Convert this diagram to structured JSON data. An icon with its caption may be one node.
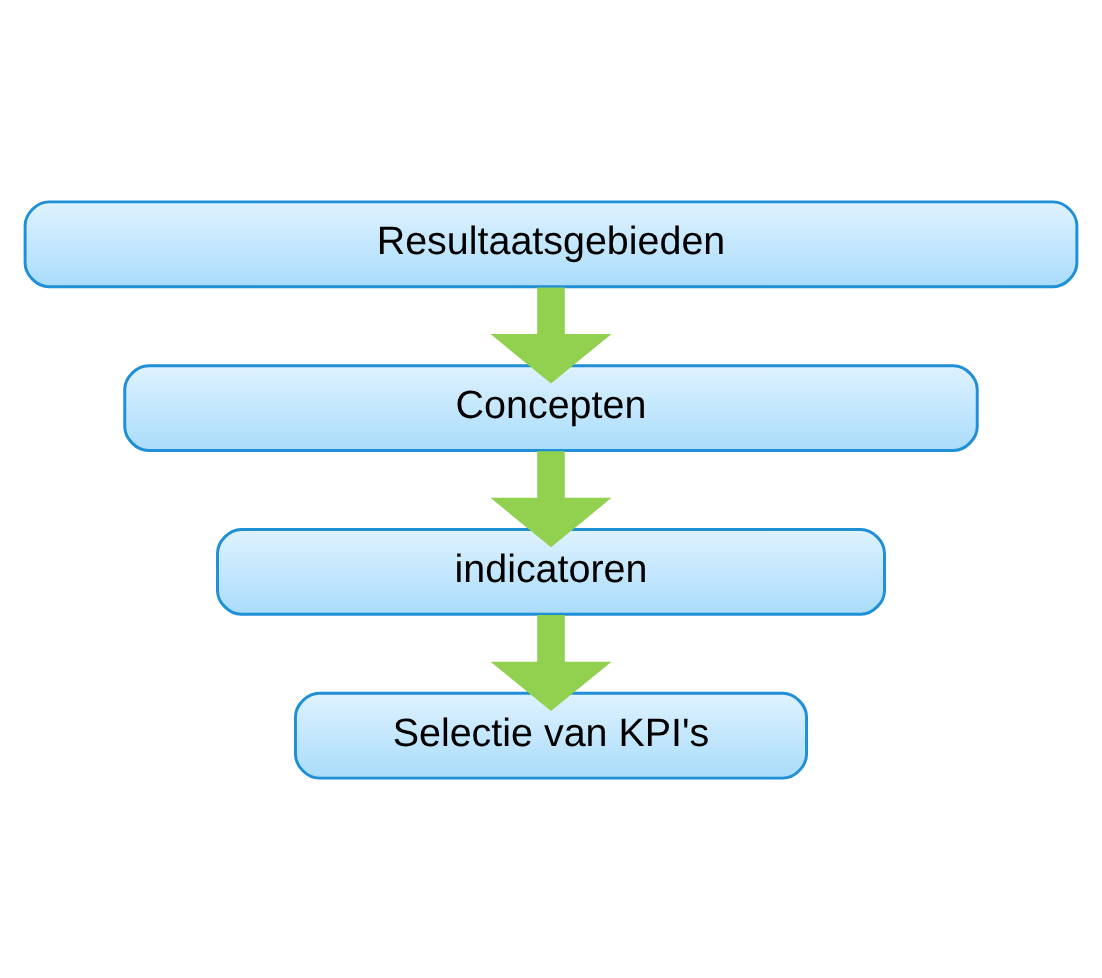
{
  "diagram": {
    "nodes": [
      {
        "text": [
          "Resultaatsgebieden"
        ]
      },
      {
        "text": [
          "Concepten"
        ]
      },
      {
        "text": [
          "indicatoren"
        ]
      },
      {
        "text": [
          "Selectie van KPI's"
        ]
      }
    ],
    "edges": [
      {
        "from": 0,
        "to": 1,
        "arrow": "to"
      },
      {
        "from": 1,
        "to": 2,
        "arrow": "to"
      },
      {
        "from": 2,
        "to": 3,
        "arrow": "to"
      }
    ]
  }
}
